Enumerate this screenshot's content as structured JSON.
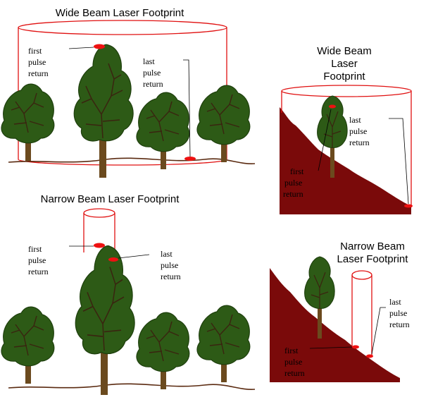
{
  "panels": {
    "wide_flat": {
      "title": "Wide Beam Laser Footprint",
      "first_label": [
        "first",
        "pulse",
        "return"
      ],
      "last_label": [
        "last",
        "pulse",
        "return"
      ]
    },
    "wide_slope": {
      "title_lines": [
        "Wide Beam",
        "Laser",
        "Footprint"
      ],
      "first_label": [
        "first",
        "pulse",
        "return"
      ],
      "last_label": [
        "last",
        "pulse",
        "return"
      ]
    },
    "narrow_flat": {
      "title": "Narrow Beam Laser Footprint",
      "first_label": [
        "first",
        "pulse",
        "return"
      ],
      "last_label": [
        "last",
        "pulse",
        "return"
      ]
    },
    "narrow_slope": {
      "title_lines": [
        "Narrow Beam",
        "Laser Footprint"
      ],
      "first_label": [
        "first",
        "pulse",
        "return"
      ],
      "last_label": [
        "last",
        "pulse",
        "return"
      ]
    }
  },
  "colors": {
    "beam": "#e01010",
    "hit": "#ee1111",
    "slope": "#7a0a0a",
    "foliage": "#2d5a16",
    "foliage_dark": "#1e3f0d",
    "trunk": "#6b4a1e",
    "ground": "#5a2a10"
  }
}
